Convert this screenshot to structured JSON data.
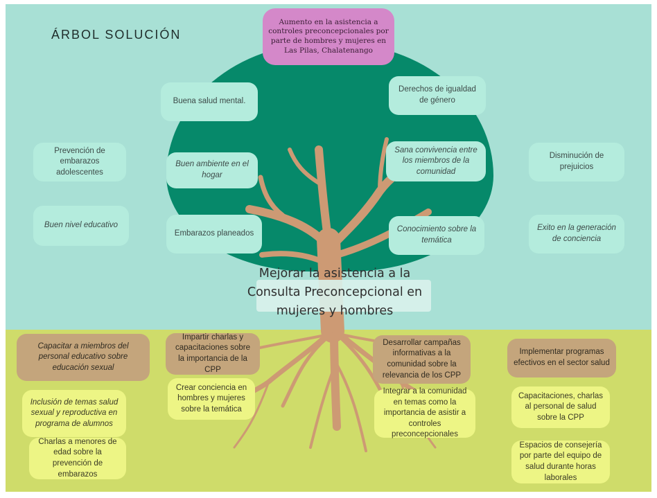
{
  "title": "ÁRBOL SOLUCIÓN",
  "goal": "Aumento en la asistencia a controles preconcepcionales por parte de hombres y mujeres en Las Pilas, Chalatenango",
  "center_problem": "Mejorar la asistencia a la Consulta Preconcepcional en mujeres y hombres",
  "effects": {
    "mental_health": "Buena salud mental.",
    "gender_rights": "Derechos de igualdad de género",
    "teen_pregnancy": "Prevención de embarazos adolescentes",
    "home_environment": "Buen ambiente en el hogar",
    "coexistence": "Sana convivencia entre los miembros de la comunidad",
    "prejudice": "Disminución de prejuicios",
    "education_level": "Buen nivel educativo",
    "planned_pregnancy": "Embarazos planeados",
    "knowledge": "Conocimiento sobre la temática",
    "awareness": "Exito en la generación de conciencia"
  },
  "means": {
    "train_staff": "Capacitar a miembros del personal educativo sobre educación sexual",
    "talks": "Impartir charlas y capacitaciones sobre la importancia de la CPP",
    "campaigns": "Desarrollar campañas informativas a la comunidad sobre la relevancia de los CPP",
    "programs": "Implementar programas efectivos en el sector salud",
    "curriculum": "Inclusión de temas salud sexual y reproductiva en programa de alumnos",
    "awareness_men_women": "Crear conciencia en hombres y mujeres sobre la temática",
    "integrate_community": "Integrar a la comunidad en temas como la importancia de asistir a controles preconcepcionales",
    "health_staff_training": "Capacitaciones, charlas al personal de salud sobre la CPP",
    "minors_talks": "Charlas a menores de edad sobre la prevención de embarazos",
    "counseling": "Espacios de consejería por parte del equipo de salud durante horas laborales"
  },
  "colors": {
    "sky": "#a8e0d5",
    "ground": "#cfdc6a",
    "canopy": "#06896a",
    "trunk": "#cd9a74",
    "leaf_box": "#b4ecdd",
    "root_box": "#edf585",
    "root_box_dark": "#c4a57c",
    "goal_box": "#d488c9"
  }
}
